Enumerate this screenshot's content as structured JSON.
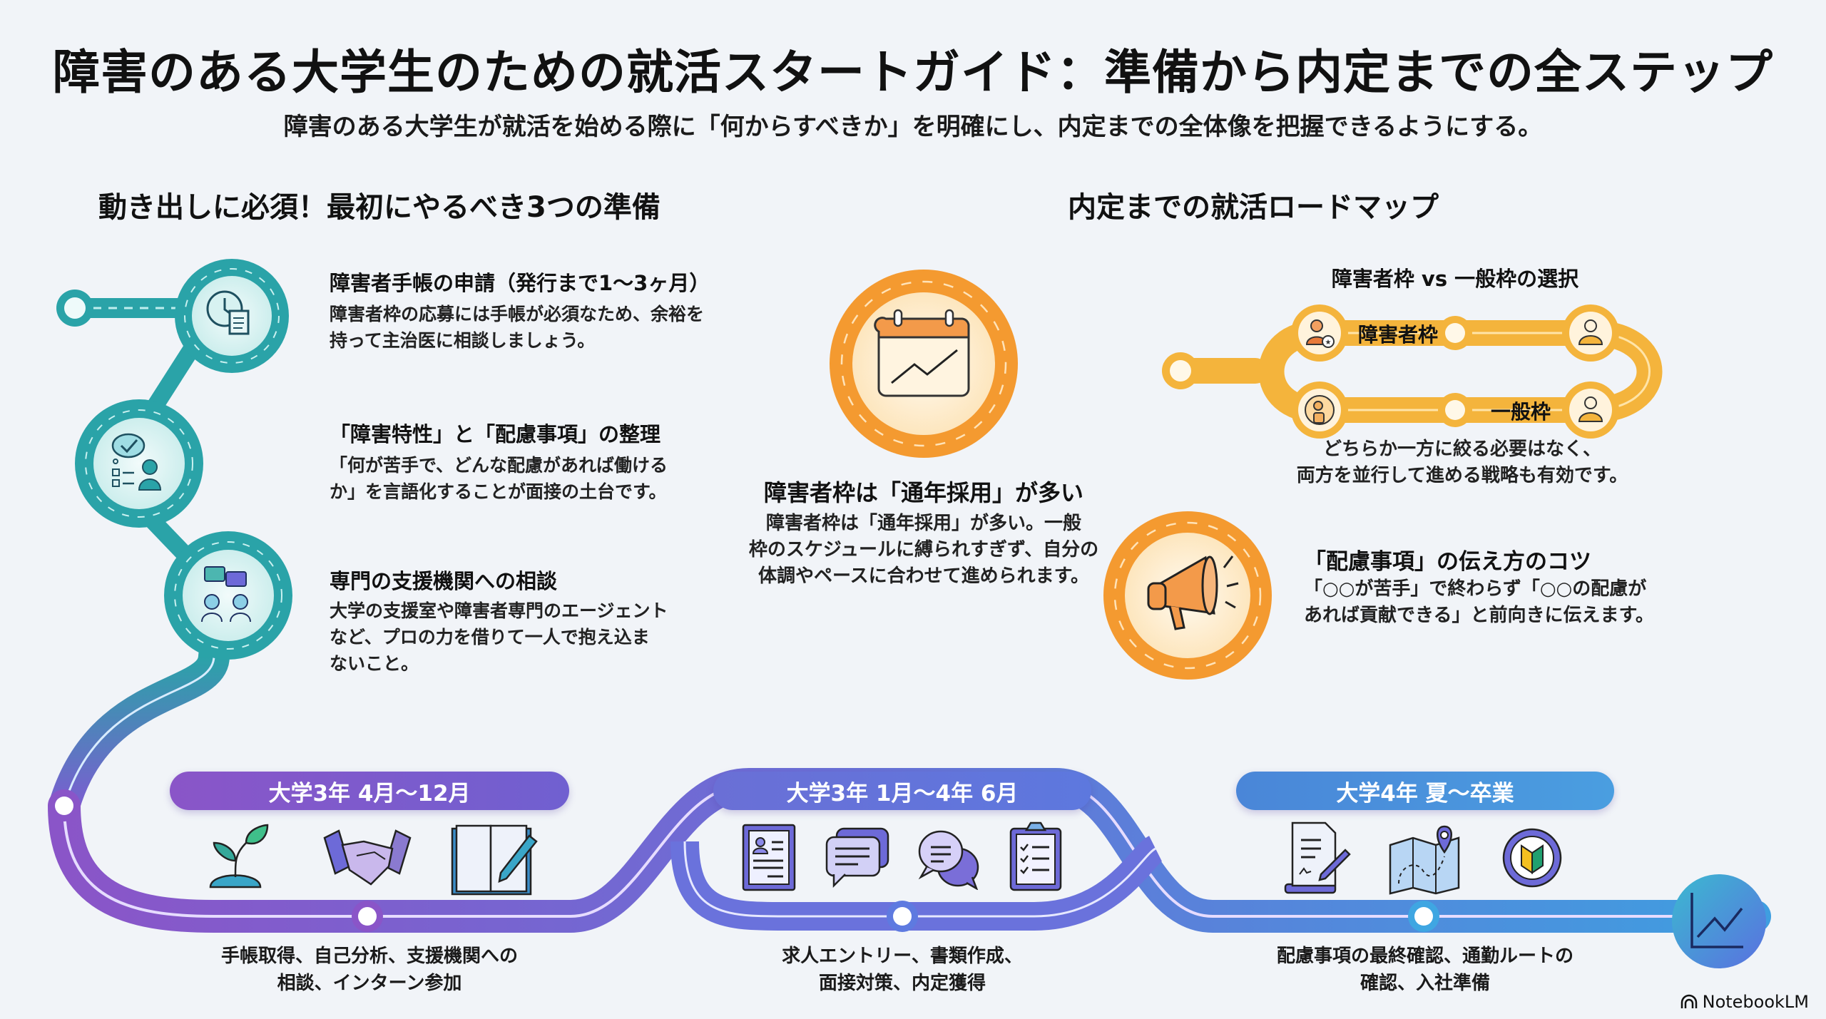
{
  "header": {
    "title": "障害のある大学生のための就活スタートガイド：準備から内定までの全ステップ",
    "subtitle": "障害のある大学生が就活を始める際に「何からすべきか」を明確にし、内定までの全体像を把握できるようにする。"
  },
  "prep": {
    "heading": "動き出しに必須！最初にやるべき3つの準備",
    "items": [
      {
        "icon": "clock-document-icon",
        "title": "障害者手帳の申請（発行まで1〜3ヶ月）",
        "body": [
          "障害者枠の応募には手帳が必須なため、余裕を",
          "持って主治医に相談しましょう。"
        ]
      },
      {
        "icon": "thought-checklist-person-icon",
        "title": "「障害特性」と「配慮事項」の整理",
        "body": [
          "「何が苦手で、どんな配慮があれば働ける",
          "か」を言語化することが面接の土台です。"
        ]
      },
      {
        "icon": "consultation-people-icon",
        "title": "専門の支援機関への相談",
        "body": [
          "大学の支援室や障害者専門のエージェント",
          "など、プロの力を借りて一人で抱え込ま",
          "ないこと。"
        ]
      }
    ]
  },
  "roadmap": {
    "heading": "内定までの就活ロードマップ",
    "year_round": {
      "icon": "calendar-chart-icon",
      "title": "障害者枠は「通年採用」が多い",
      "body": [
        "障害者枠は「通年採用」が多い。一般",
        "枠のスケジュールに縛られすぎず、自分の",
        "体調やペースに合わせて進められます。"
      ]
    },
    "choice": {
      "title": "障害者枠 vs 一般枠の選択",
      "track_disability": "障害者枠",
      "track_general": "一般枠",
      "body": [
        "どちらか一方に絞る必要はなく、",
        "両方を並行して進める戦略も有効です。"
      ]
    },
    "tips": {
      "icon": "megaphone-icon",
      "title": "「配慮事項」の伝え方のコツ",
      "body": [
        "「○○が苦手」で終わらず「○○の配慮が",
        "あれば貢献できる」と前向きに伝えます。"
      ]
    }
  },
  "timeline": {
    "phases": [
      {
        "label": "大学3年 4月〜12月",
        "icons": [
          "sprout-icon",
          "handshake-icon",
          "notebook-pencil-icon"
        ],
        "desc": [
          "手帳取得、自己分析、支援機関への",
          "相談、インターン参加"
        ]
      },
      {
        "label": "大学3年 1月〜4年 6月",
        "icons": [
          "resume-icon",
          "chat-bubbles-icon",
          "conversation-icon",
          "clipboard-checklist-icon"
        ],
        "desc": [
          "求人エントリー、書類作成、",
          "面接対策、内定獲得"
        ]
      },
      {
        "label": "大学4年 夏〜卒業",
        "icons": [
          "contract-sign-icon",
          "route-map-icon",
          "beginner-mark-icon"
        ],
        "desc": [
          "配慮事項の最終確認、通勤ルートの",
          "確認、入社準備"
        ]
      }
    ],
    "goal_icon": "growth-chart-icon"
  },
  "brand": "NotebookLM",
  "colors": {
    "teal": "#2aa3a8",
    "orange": "#f39a2e",
    "purple": "#8a55c8",
    "indigo": "#6a6fd6",
    "blue": "#4a90dc"
  }
}
